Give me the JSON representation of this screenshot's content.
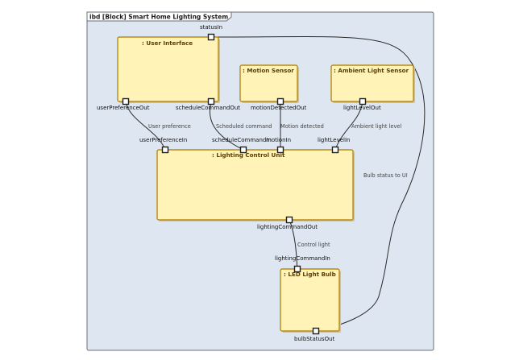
{
  "frame": {
    "title": "ibd [Block] Smart Home Lighting System"
  },
  "parts": {
    "user_interface": ": User Interface",
    "motion_sensor": ": Motion Sensor",
    "ambient_light_sensor": ": Ambient Light Sensor",
    "lighting_control_unit": ": Lighting Control Unit",
    "led_light_bulb": ": LED Light Bulb"
  },
  "ports": {
    "status_in": "statusIn",
    "user_preference_out": "userPreferenceOut",
    "schedule_command_out": "scheduleCommandOut",
    "motion_detected_out": "motionDetectedOut",
    "light_level_out": "lightLevelOut",
    "user_preference_in": "userPreferenceIn",
    "schedule_command_in": "scheduleCommandIn",
    "motion_in": "motionIn",
    "light_level_in": "lightLevelIn",
    "lighting_command_out": "lightingCommandOut",
    "lighting_command_in": "lightingCommandIn",
    "bulb_status_out": "bulbStatusOut"
  },
  "connectors": {
    "user_preference": "User preference",
    "scheduled_command": "Scheduled command",
    "motion_detected": "Motion detected",
    "ambient_light_level": "Ambient light level",
    "control_light": "Control light",
    "bulb_status": "Bulb status to UI"
  }
}
